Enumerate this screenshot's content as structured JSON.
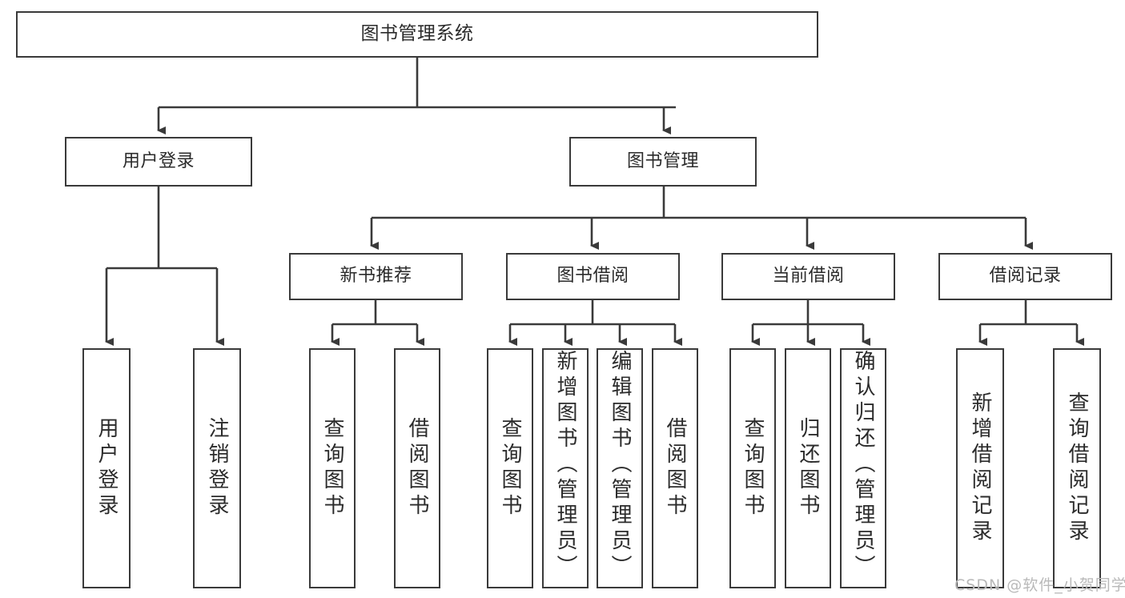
{
  "diagram": {
    "title": "图书管理系统",
    "type": "tree",
    "watermark": "CSDN @软件_小贺同学",
    "colors": {
      "stroke": "#3a3a3a",
      "fill": "#ffffff",
      "text": "#2b2b2b",
      "watermark": "#b9b9b9"
    },
    "nodes": {
      "root": {
        "label": "图书管理系统"
      },
      "level2": [
        {
          "id": "user-login",
          "label": "用户登录"
        },
        {
          "id": "book-manage",
          "label": "图书管理"
        }
      ],
      "level3": [
        {
          "id": "new-book-recommend",
          "label": "新书推荐"
        },
        {
          "id": "book-borrow",
          "label": "图书借阅"
        },
        {
          "id": "current-borrow",
          "label": "当前借阅"
        },
        {
          "id": "borrow-record",
          "label": "借阅记录"
        }
      ],
      "leaves": {
        "user-login": [
          {
            "id": "leaf-user-login",
            "label": "用户登录"
          },
          {
            "id": "leaf-logout",
            "label": "注销登录"
          }
        ],
        "new-book-recommend": [
          {
            "id": "leaf-query-book-1",
            "label": "查询图书"
          },
          {
            "id": "leaf-borrow-book-1",
            "label": "借阅图书"
          }
        ],
        "book-borrow": [
          {
            "id": "leaf-query-book-2",
            "label": "查询图书"
          },
          {
            "id": "leaf-add-book",
            "label": "新增图书（管理员）"
          },
          {
            "id": "leaf-edit-book",
            "label": "编辑图书（管理员）"
          },
          {
            "id": "leaf-borrow-book-2",
            "label": "借阅图书"
          }
        ],
        "current-borrow": [
          {
            "id": "leaf-query-book-3",
            "label": "查询图书"
          },
          {
            "id": "leaf-return-book",
            "label": "归还图书"
          },
          {
            "id": "leaf-confirm-return",
            "label": "确认归还（管理员）"
          }
        ],
        "borrow-record": [
          {
            "id": "leaf-add-record",
            "label": "新增借阅记录"
          },
          {
            "id": "leaf-query-record",
            "label": "查询借阅记录"
          }
        ]
      }
    }
  }
}
